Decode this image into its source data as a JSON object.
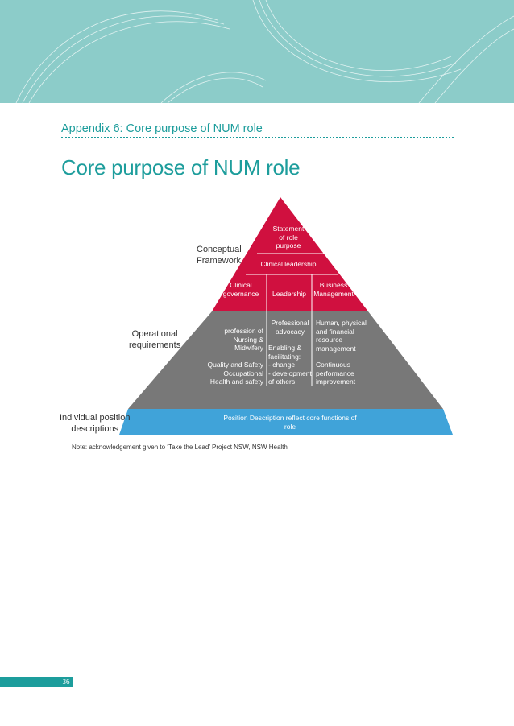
{
  "header": {
    "appendix_title": "Appendix 6: Core purpose of NUM role",
    "page_title": "Core purpose of NUM role"
  },
  "diagram": {
    "side_labels": {
      "conceptual": "Conceptual\nFramework",
      "operational": "Operational\nrequirements",
      "individual": "Individual position\ndescriptions"
    },
    "apex": "Statement\nof role\npurpose",
    "clinical_leadership": "Clinical leadership",
    "columns_header": {
      "left": "Clinical\ngovernance",
      "middle": "Leadership",
      "right": "Business\nManagement"
    },
    "operational": {
      "left_top": "profession of\nNursing &\nMidwifery",
      "left_bottom": "Quality and Safety\nOccupational\nHealth and safety",
      "middle_top": "Professional\nadvocacy",
      "middle_bottom": "Enabling &\nfacilitating:\n- change\n- development\n  of others",
      "right_top": "Human, physical\nand financial\nresource\nmanagement",
      "right_bottom": "Continuous\nperformance\nimprovement"
    },
    "band": "Position Description  reflect core functions of\nrole",
    "colors": {
      "crimson": "#d0103f",
      "gray": "#787878",
      "blue": "#40a3d9",
      "teal": "#1d9d9c",
      "header": "#8cccc9"
    }
  },
  "note": "Note: acknowledgement given to ‘Take the Lead’ Project NSW, NSW Health",
  "page_number": "36"
}
